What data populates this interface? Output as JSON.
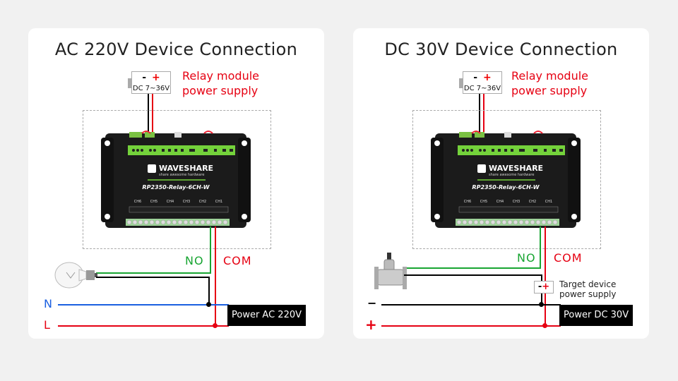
{
  "panels": [
    {
      "id": "ac",
      "title": "AC 220V Device Connection",
      "module_supply": {
        "polarity_minus": "-",
        "polarity_plus": "+",
        "label": "DC 7~36V",
        "note_line1": "Relay module",
        "note_line2": "power supply"
      },
      "board": {
        "brand": "WAVESHARE",
        "tagline": "share awesome hardware",
        "model": "RP2350-Relay-6CH-W",
        "channels": [
          "CH6",
          "CH5",
          "CH4",
          "CH3",
          "CH2",
          "CH1"
        ]
      },
      "terminals": {
        "no": "NO",
        "com": "COM"
      },
      "load": "light-bulb",
      "rails": [
        {
          "label": "N",
          "color": "#1a5fe0"
        },
        {
          "label": "L",
          "color": "#e60012"
        }
      ],
      "power_label": "Power AC 220V"
    },
    {
      "id": "dc",
      "title": "DC 30V Device Connection",
      "module_supply": {
        "polarity_minus": "-",
        "polarity_plus": "+",
        "label": "DC 7~36V",
        "note_line1": "Relay module",
        "note_line2": "power supply"
      },
      "board": {
        "brand": "WAVESHARE",
        "tagline": "share awesome hardware",
        "model": "RP2350-Relay-6CH-W",
        "channels": [
          "CH6",
          "CH5",
          "CH4",
          "CH3",
          "CH2",
          "CH1"
        ]
      },
      "terminals": {
        "no": "NO",
        "com": "COM"
      },
      "load": "solenoid-valve",
      "target_supply": {
        "polarity_minus": "-",
        "polarity_plus": "+",
        "note_line1": "Target device",
        "note_line2": "power supply"
      },
      "rails": [
        {
          "label": "−",
          "color": "#000000"
        },
        {
          "label": "+",
          "color": "#e60012"
        }
      ],
      "power_label": "Power DC 30V"
    }
  ],
  "colors": {
    "red": "#e60012",
    "green": "#18a532",
    "blue": "#1a5fe0",
    "black": "#000000",
    "background": "#f1f1f1",
    "card": "#ffffff"
  }
}
